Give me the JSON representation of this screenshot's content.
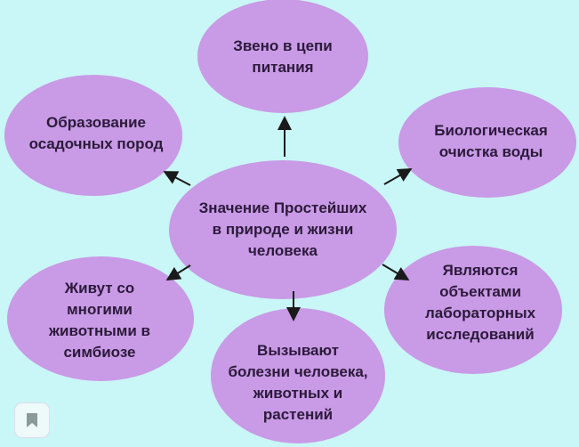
{
  "diagram": {
    "center": "Значение Простейших\nв природе и жизни\nчеловека",
    "nodes": {
      "top": "Звено в цепи\nпитания",
      "top_left": "Образование\nосадочных пород",
      "top_right": "Биологическая\nочистка воды",
      "bottom_left": "Живут со\nмногими\nживотными в\nсимбиозе",
      "bottom_right": "Являются\nобъектами\nлабораторных\nисследований",
      "bottom": "Вызывают\nболезни человека,\nживотных и\nрастений"
    }
  },
  "colors": {
    "background": "#c9f6f6",
    "ellipse": "#c99ae6",
    "arrow": "#1a1a1a"
  }
}
